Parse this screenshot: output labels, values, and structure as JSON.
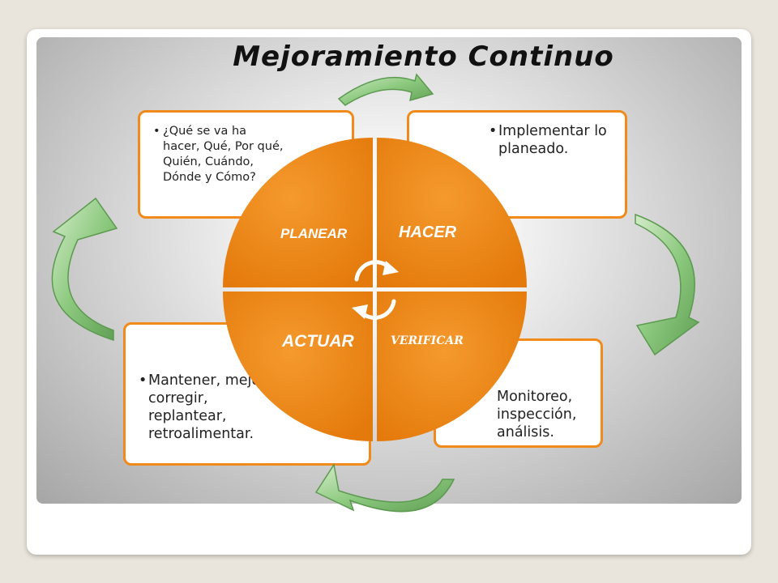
{
  "title": "Mejoramiento Continuo",
  "quadrants": {
    "plan": "PLANEAR",
    "do": "HACER",
    "check": "VERIFICAR",
    "act": "ACTUAR"
  },
  "boxes": {
    "plan": "¿Qué se va ha hacer, Qué, Por qué, Quién, Cuándo, Dónde y Cómo?",
    "do": "Implementar lo planeado.",
    "check": "Monitoreo, inspección, análisis.",
    "act": "Mantener, mejorar, corregir, replantear, retroalimentar."
  },
  "colors": {
    "accent_orange": "#f08a1a",
    "arrow_green": "#8cc97e",
    "circle_fill": "#ee820f"
  },
  "icons": {
    "center": "refresh-cycle-icon",
    "arrows": "curved-green-arrow-icon"
  }
}
